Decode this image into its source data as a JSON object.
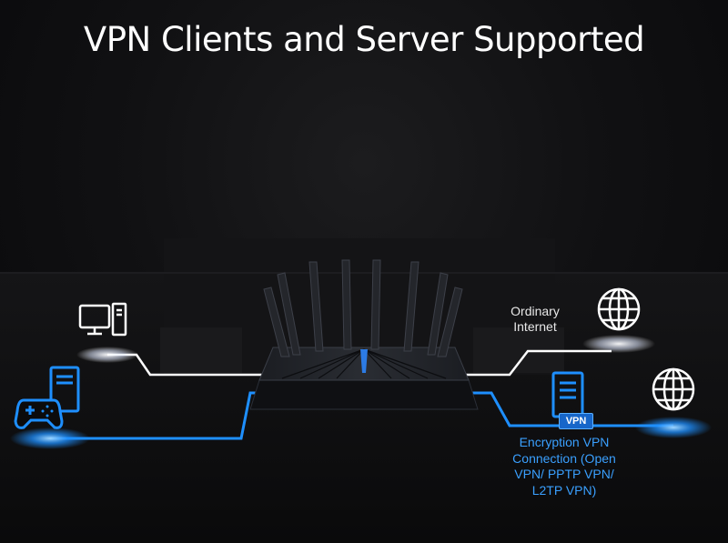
{
  "title": "VPN Clients and Server Supported",
  "labels": {
    "ordinary_internet_line1": "Ordinary",
    "ordinary_internet_line2": "Internet",
    "vpn_badge": "VPN",
    "encryption_line1": "Encryption VPN",
    "encryption_line2": "Connection (Open",
    "encryption_line3": "VPN/ PPTP VPN/",
    "encryption_line4": "L2TP VPN)"
  },
  "icons": [
    "desktop-computer-icon",
    "game-controller-icon",
    "server-icon",
    "globe-icon",
    "router-image"
  ],
  "colors": {
    "white_line": "#ffffff",
    "blue_line": "#1e8fff",
    "badge": "#1766c9",
    "label_blue": "#3aa0ff"
  }
}
